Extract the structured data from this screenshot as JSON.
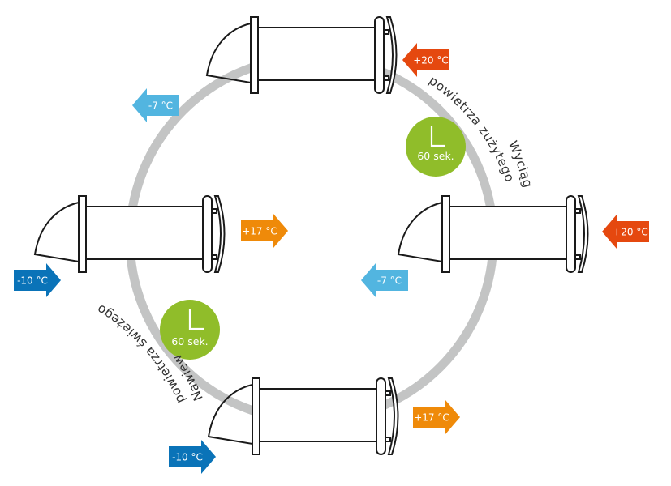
{
  "title": "Diagram of decentralized heat recovery ventilation cycle",
  "colors": {
    "ring": "#c3c4c4",
    "cold_blue": "#0a73b8",
    "cool_blue": "#52b5e0",
    "warm_orange": "#ef8a09",
    "hot_red": "#e5480f",
    "timer_green": "#90bd2a"
  },
  "units": [
    {
      "id": "top",
      "name": "ventilator-unit-top"
    },
    {
      "id": "left",
      "name": "ventilator-unit-left"
    },
    {
      "id": "right",
      "name": "ventilator-unit-right"
    },
    {
      "id": "bottom",
      "name": "ventilator-unit-bottom"
    }
  ],
  "arrows": [
    {
      "id": "top-in-hot",
      "label": "+20 °C",
      "direction": "left",
      "color": "hot_red"
    },
    {
      "id": "top-out-cool",
      "label": "-7 °C",
      "direction": "left",
      "color": "cool_blue"
    },
    {
      "id": "left-in-cold",
      "label": "-10 °C",
      "direction": "right",
      "color": "cold_blue"
    },
    {
      "id": "left-out-warm",
      "label": "+17 °C",
      "direction": "right",
      "color": "warm_orange"
    },
    {
      "id": "right-in-hot",
      "label": "+20 °C",
      "direction": "left",
      "color": "hot_red"
    },
    {
      "id": "right-out-cool",
      "label": "-7 °C",
      "direction": "left",
      "color": "cool_blue"
    },
    {
      "id": "bottom-in-cold",
      "label": "-10 °C",
      "direction": "right",
      "color": "cold_blue"
    },
    {
      "id": "bottom-out-warm",
      "label": "+17 °C",
      "direction": "right",
      "color": "warm_orange"
    }
  ],
  "timers": [
    {
      "id": "exhaust-timer",
      "label": "60 sek.",
      "icon": "clock-hands-icon"
    },
    {
      "id": "supply-timer",
      "label": "60 sek.",
      "icon": "clock-hands-icon"
    }
  ],
  "phases": {
    "exhaust": {
      "line1": "Wyciąg",
      "line2": "powietrza zużytego"
    },
    "supply": {
      "line1": "Nawiew",
      "line2": "powietrza świeżego"
    }
  }
}
